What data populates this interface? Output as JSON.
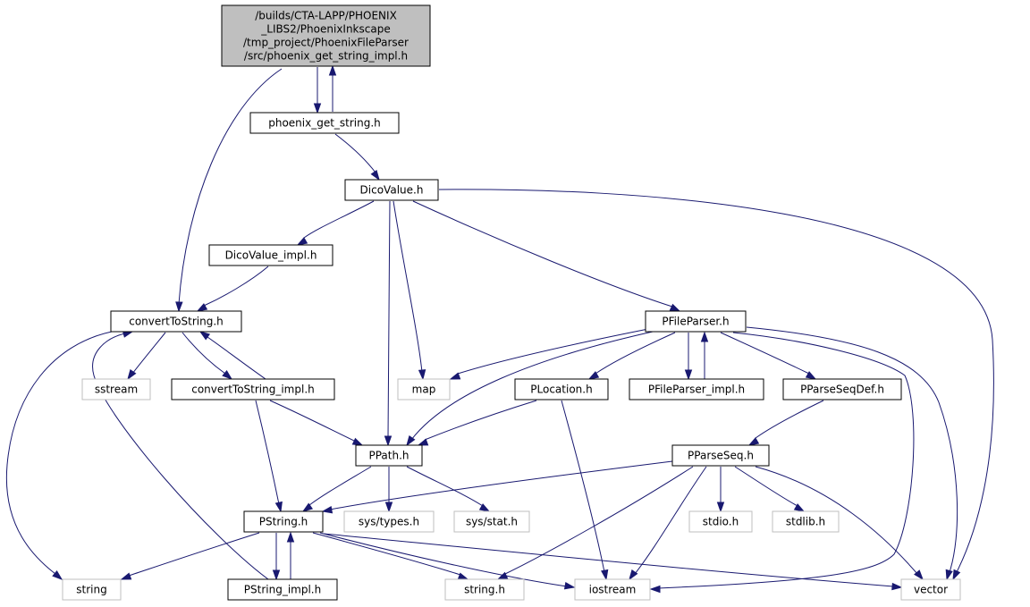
{
  "colors": {
    "edge": "#191970",
    "root_fill": "#bfbfbf",
    "root_stroke": "#000000",
    "local_stroke": "#000000",
    "system_stroke": "#bfbfbf",
    "node_fill": "#ffffff"
  },
  "nodes": [
    {
      "id": "root",
      "kind": "root",
      "lines": [
        "/builds/CTA-LAPP/PHOENIX",
        "_LIBS2/PhoenixInkscape",
        "/tmp_project/PhoenixFileParser",
        "/src/phoenix_get_string_impl.h"
      ]
    },
    {
      "id": "phoenix_get_string",
      "kind": "local",
      "lines": [
        "phoenix_get_string.h"
      ]
    },
    {
      "id": "DicoValue",
      "kind": "local",
      "lines": [
        "DicoValue.h"
      ]
    },
    {
      "id": "DicoValue_impl",
      "kind": "local",
      "lines": [
        "DicoValue_impl.h"
      ]
    },
    {
      "id": "convertToString",
      "kind": "local",
      "lines": [
        "convertToString.h"
      ]
    },
    {
      "id": "PFileParser",
      "kind": "local",
      "lines": [
        "PFileParser.h"
      ]
    },
    {
      "id": "sstream",
      "kind": "system",
      "lines": [
        "sstream"
      ]
    },
    {
      "id": "convertToString_impl",
      "kind": "local",
      "lines": [
        "convertToString_impl.h"
      ]
    },
    {
      "id": "map",
      "kind": "system",
      "lines": [
        "map"
      ]
    },
    {
      "id": "PLocation",
      "kind": "local",
      "lines": [
        "PLocation.h"
      ]
    },
    {
      "id": "PFileParser_impl",
      "kind": "local",
      "lines": [
        "PFileParser_impl.h"
      ]
    },
    {
      "id": "PParseSeqDef",
      "kind": "local",
      "lines": [
        "PParseSeqDef.h"
      ]
    },
    {
      "id": "PPath",
      "kind": "local",
      "lines": [
        "PPath.h"
      ]
    },
    {
      "id": "PParseSeq",
      "kind": "local",
      "lines": [
        "PParseSeq.h"
      ]
    },
    {
      "id": "PString",
      "kind": "local",
      "lines": [
        "PString.h"
      ]
    },
    {
      "id": "sys_types",
      "kind": "system",
      "lines": [
        "sys/types.h"
      ]
    },
    {
      "id": "sys_stat",
      "kind": "system",
      "lines": [
        "sys/stat.h"
      ]
    },
    {
      "id": "stdio",
      "kind": "system",
      "lines": [
        "stdio.h"
      ]
    },
    {
      "id": "stdlib",
      "kind": "system",
      "lines": [
        "stdlib.h"
      ]
    },
    {
      "id": "string",
      "kind": "system",
      "lines": [
        "string"
      ]
    },
    {
      "id": "PString_impl",
      "kind": "local",
      "lines": [
        "PString_impl.h"
      ]
    },
    {
      "id": "string_h",
      "kind": "system",
      "lines": [
        "string.h"
      ]
    },
    {
      "id": "iostream",
      "kind": "system",
      "lines": [
        "iostream"
      ]
    },
    {
      "id": "vector",
      "kind": "system",
      "lines": [
        "vector"
      ]
    }
  ],
  "edges": [
    {
      "from": "root",
      "to": "phoenix_get_string"
    },
    {
      "from": "root",
      "to": "convertToString"
    },
    {
      "from": "phoenix_get_string",
      "to": "root"
    },
    {
      "from": "phoenix_get_string",
      "to": "DicoValue"
    },
    {
      "from": "DicoValue",
      "to": "DicoValue_impl"
    },
    {
      "from": "DicoValue",
      "to": "PFileParser"
    },
    {
      "from": "DicoValue",
      "to": "map"
    },
    {
      "from": "DicoValue",
      "to": "PPath"
    },
    {
      "from": "DicoValue",
      "to": "vector"
    },
    {
      "from": "DicoValue_impl",
      "to": "convertToString"
    },
    {
      "from": "convertToString",
      "to": "string"
    },
    {
      "from": "convertToString",
      "to": "sstream"
    },
    {
      "from": "convertToString",
      "to": "convertToString_impl"
    },
    {
      "from": "convertToString_impl",
      "to": "convertToString"
    },
    {
      "from": "convertToString_impl",
      "to": "PPath"
    },
    {
      "from": "convertToString_impl",
      "to": "PString"
    },
    {
      "from": "PFileParser",
      "to": "map"
    },
    {
      "from": "PFileParser",
      "to": "PPath"
    },
    {
      "from": "PFileParser",
      "to": "PLocation"
    },
    {
      "from": "PFileParser",
      "to": "PFileParser_impl"
    },
    {
      "from": "PFileParser",
      "to": "PParseSeqDef"
    },
    {
      "from": "PFileParser",
      "to": "iostream"
    },
    {
      "from": "PFileParser",
      "to": "vector"
    },
    {
      "from": "PFileParser_impl",
      "to": "PFileParser"
    },
    {
      "from": "PLocation",
      "to": "PPath"
    },
    {
      "from": "PLocation",
      "to": "iostream"
    },
    {
      "from": "PParseSeqDef",
      "to": "PParseSeq"
    },
    {
      "from": "PParseSeq",
      "to": "PString"
    },
    {
      "from": "PParseSeq",
      "to": "string_h"
    },
    {
      "from": "PParseSeq",
      "to": "iostream"
    },
    {
      "from": "PParseSeq",
      "to": "stdio"
    },
    {
      "from": "PParseSeq",
      "to": "stdlib"
    },
    {
      "from": "PParseSeq",
      "to": "vector"
    },
    {
      "from": "PPath",
      "to": "PString"
    },
    {
      "from": "PPath",
      "to": "sys_types"
    },
    {
      "from": "PPath",
      "to": "sys_stat"
    },
    {
      "from": "PString",
      "to": "string"
    },
    {
      "from": "PString",
      "to": "PString_impl"
    },
    {
      "from": "PString",
      "to": "string_h"
    },
    {
      "from": "PString",
      "to": "iostream"
    },
    {
      "from": "PString",
      "to": "vector"
    },
    {
      "from": "PString_impl",
      "to": "convertToString"
    },
    {
      "from": "PString_impl",
      "to": "PString"
    }
  ]
}
